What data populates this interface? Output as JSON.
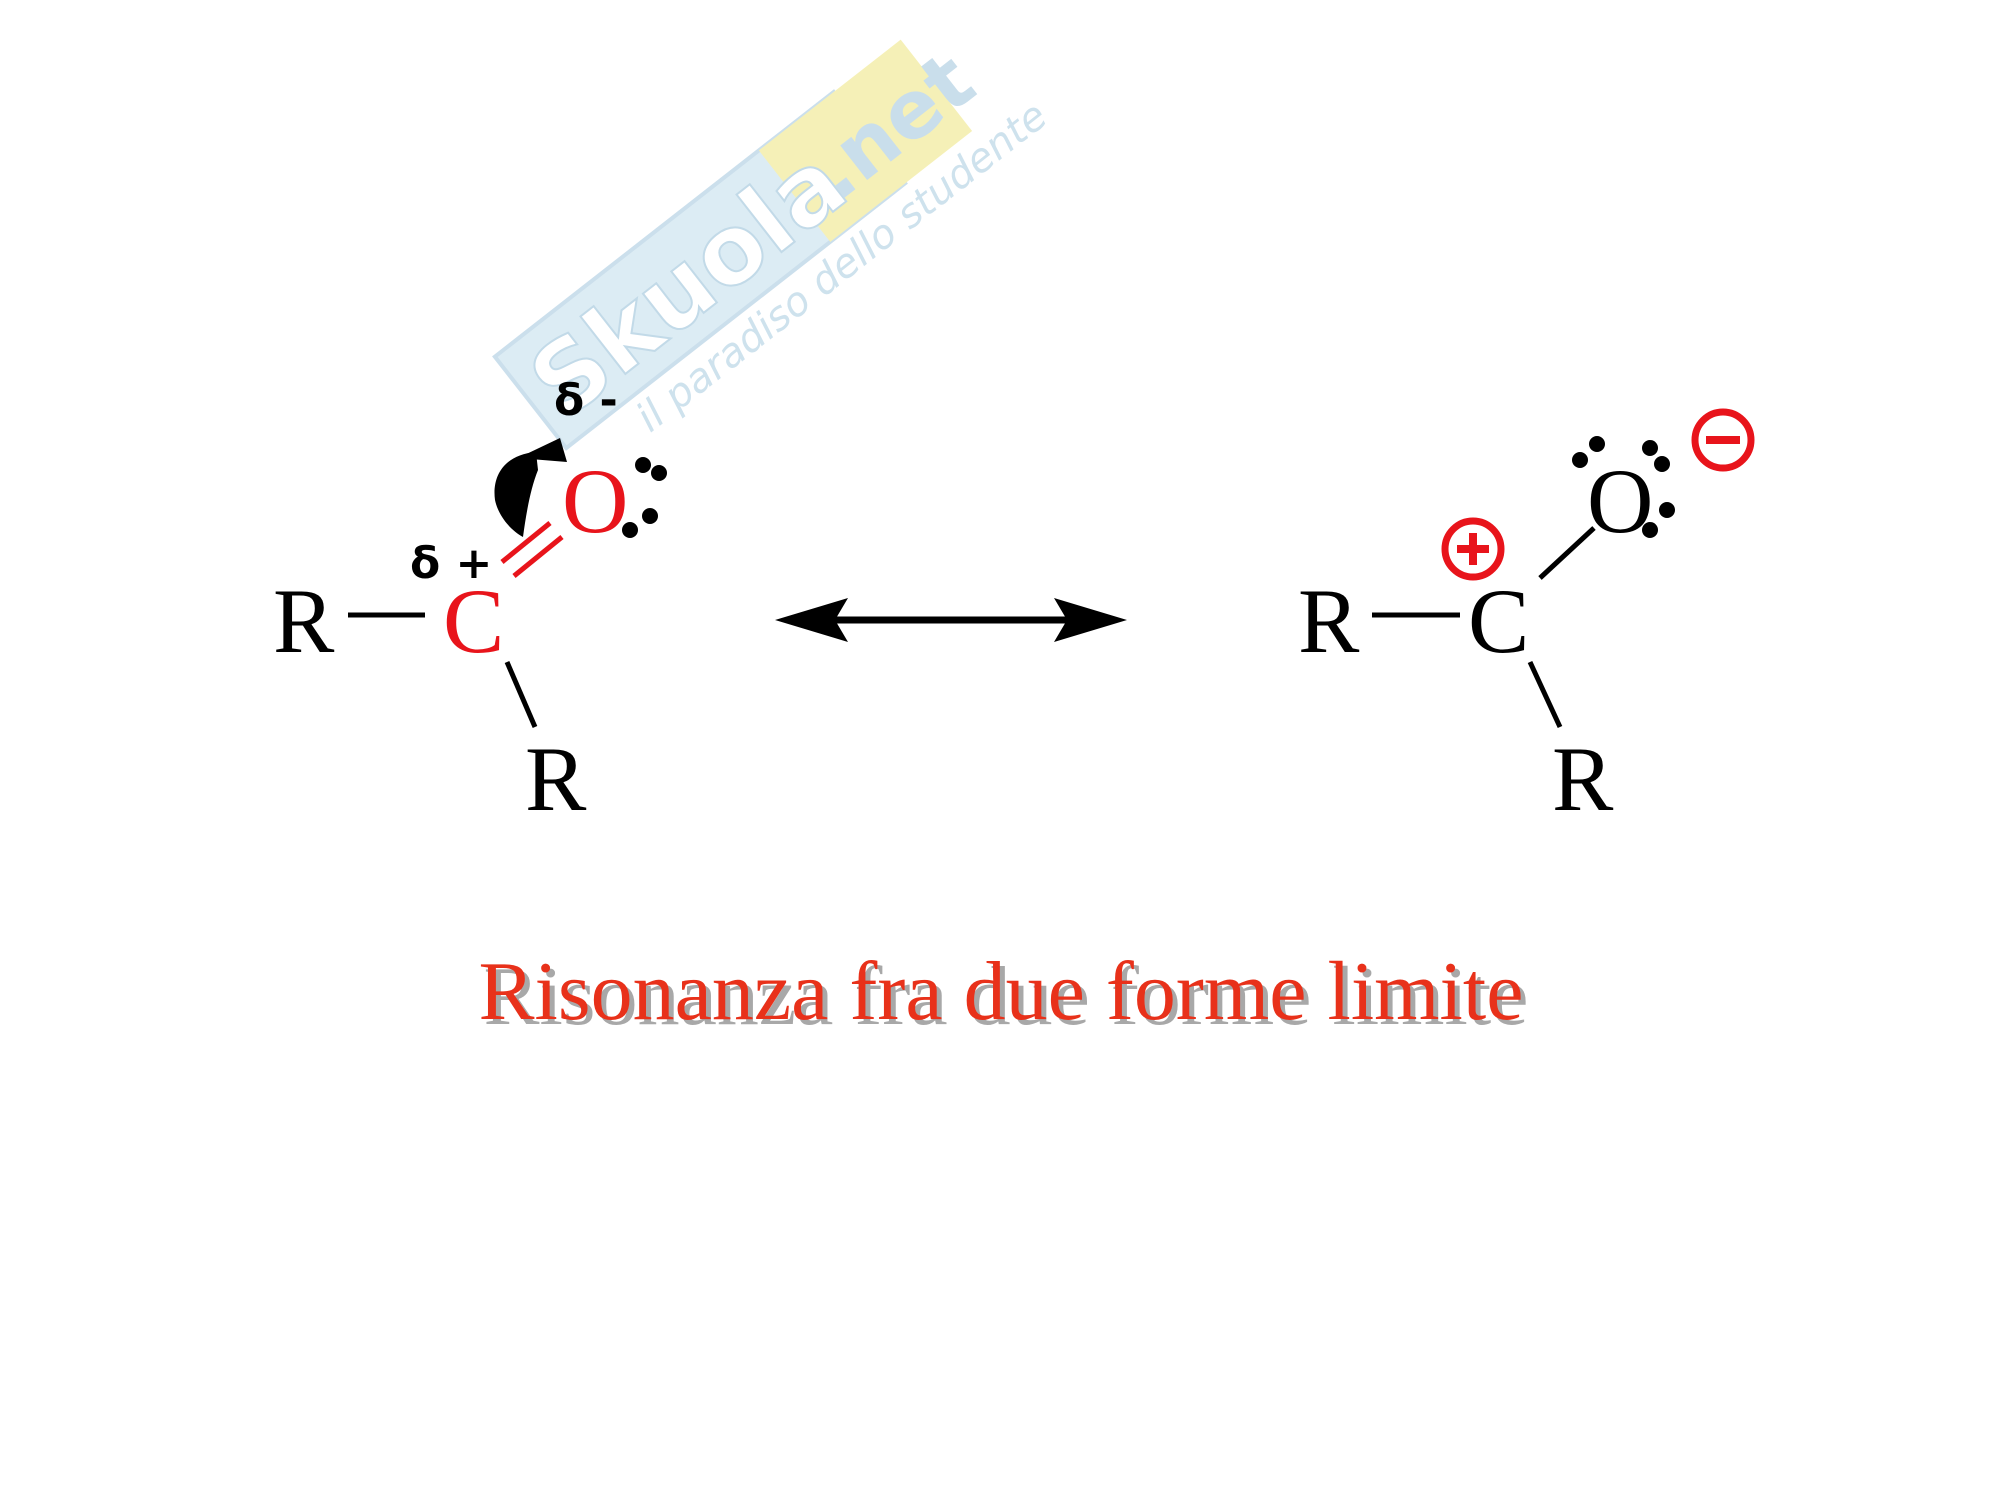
{
  "watermark": {
    "brand": "Skuola",
    "domain": ".net",
    "tagline": "il paradiso dello studente"
  },
  "left_structure": {
    "r_left": "R",
    "carbon": "C",
    "oxygen": "O",
    "r_bottom": "R",
    "delta_plus": "δ +",
    "delta_minus": "δ -"
  },
  "right_structure": {
    "r_left": "R",
    "carbon": "C",
    "oxygen": "O",
    "r_bottom": "R"
  },
  "caption": "Risonanza fra due forme limite",
  "colors": {
    "highlight": "#e8141b",
    "caption": "#e8311a",
    "caption_shadow": "#a8a8a8",
    "ink": "#000000",
    "watermark": "#cfe3ef",
    "watermark_yellow": "#f5efb0"
  }
}
